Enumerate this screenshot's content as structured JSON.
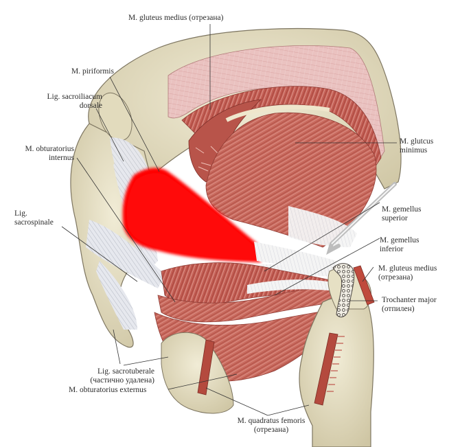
{
  "figure": {
    "subject": "Deep gluteal muscles of the hip (posterior view), M. piriformis highlighted",
    "highlight_color": "#ff0000",
    "colors": {
      "bone": "#e8e2c8",
      "bone_shadow": "#c9c0a0",
      "muscle": "#c9645a",
      "muscle_dark": "#a8443c",
      "muscle_light": "#e8b8b0",
      "ligament": "#dde0e6",
      "tendon": "#f2f2f2",
      "leader_line": "#333333"
    }
  },
  "labels": {
    "gluteus_medius_top": {
      "line1": "M. gluteus medius (отрезана)"
    },
    "piriformis": {
      "line1": "M. piriformis"
    },
    "sacroiliacum": {
      "line1": "Lig. sacroiliacum",
      "line2": "dorsale"
    },
    "obturatorius_internus": {
      "line1": "M. obturatorius",
      "line2": "internus"
    },
    "sacrospinale": {
      "line1": "Lig.",
      "line2": "sacrospinale"
    },
    "gluteus_minimus": {
      "line1": "M. glutcus",
      "line2": "minimus"
    },
    "gemellus_superior": {
      "line1": "M. gemellus",
      "line2": "superior"
    },
    "gemellus_inferior": {
      "line1": "M. gemellus",
      "line2": "inferior"
    },
    "gluteus_medius_cut": {
      "line1": "M. gluteus medius",
      "line2": "(отрезана)"
    },
    "trochanter_major": {
      "line1": "Trochanter major",
      "line2": "(отпилен)"
    },
    "sacrotuberale": {
      "line1": "Lig. sacrotuberale",
      "line2": "(частично удалена)"
    },
    "obturatorius_externus": {
      "line1": "M. obturatorius externus"
    },
    "quadratus_femoris": {
      "line1": "M. quadratus femoris",
      "line2": "(отрезана)"
    }
  }
}
